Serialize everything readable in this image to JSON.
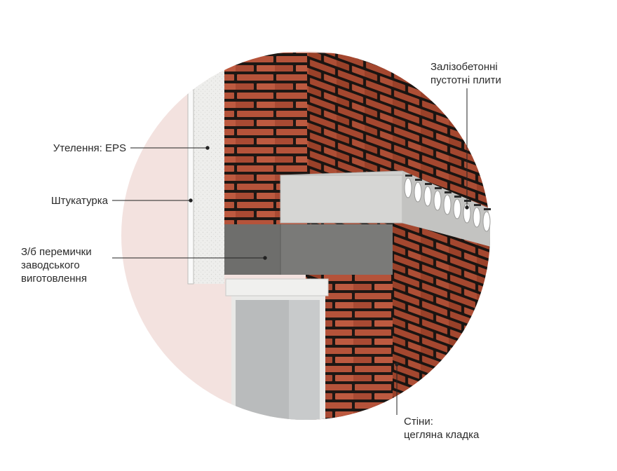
{
  "colors": {
    "circle_bg": "#f3e2df",
    "brick": "#b5533a",
    "brick_shadow": "#8e3a26",
    "mortar": "#1d1714",
    "eps": "#efefed",
    "plaster": "#fafafa",
    "concrete": "#cfcfcd",
    "lintel": "#6c6c6a",
    "glass": "#b9bbbc",
    "frame": "#e9e9e7",
    "leader": "#222222"
  },
  "labels": {
    "insulation": "Утелення: EPS",
    "plaster": "Штукатурка",
    "lintel_line1": "З/б перемички",
    "lintel_line2": "заводського",
    "lintel_line3": "виготовлення",
    "slabs_line1": "Залізобетонні",
    "slabs_line2": "пустотні плити",
    "walls_line1": "Стіни:",
    "walls_line2": "цегляна кладка"
  }
}
